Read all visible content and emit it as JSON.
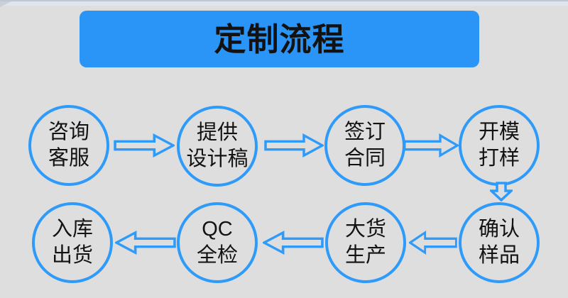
{
  "header": {
    "title": "定制流程"
  },
  "flow": {
    "steps": [
      {
        "id": "consult-service",
        "lines": [
          "咨询",
          "客服"
        ]
      },
      {
        "id": "provide-design",
        "lines": [
          "提供",
          "设计稿"
        ]
      },
      {
        "id": "sign-contract",
        "lines": [
          "签订",
          "合同"
        ]
      },
      {
        "id": "mold-sample",
        "lines": [
          "开模",
          "打样"
        ]
      },
      {
        "id": "confirm-sample",
        "lines": [
          "确认",
          "样品"
        ]
      },
      {
        "id": "mass-production",
        "lines": [
          "大货",
          "生产"
        ]
      },
      {
        "id": "qc-inspection",
        "lines": [
          "QC",
          "全检"
        ]
      },
      {
        "id": "stock-ship",
        "lines": [
          "入库",
          "出货"
        ]
      }
    ],
    "arrows": [
      {
        "from": "consult-service",
        "to": "provide-design",
        "direction": "right"
      },
      {
        "from": "provide-design",
        "to": "sign-contract",
        "direction": "right"
      },
      {
        "from": "sign-contract",
        "to": "mold-sample",
        "direction": "right"
      },
      {
        "from": "mold-sample",
        "to": "confirm-sample",
        "direction": "down"
      },
      {
        "from": "confirm-sample",
        "to": "mass-production",
        "direction": "left"
      },
      {
        "from": "mass-production",
        "to": "qc-inspection",
        "direction": "left"
      },
      {
        "from": "qc-inspection",
        "to": "stock-ship",
        "direction": "left"
      }
    ]
  },
  "colors": {
    "banner_blue": "#2b95f7",
    "line_blue": "#2e9af9",
    "background": "#dedede",
    "top_strip": "#dfe5ed",
    "text": "#121212"
  }
}
